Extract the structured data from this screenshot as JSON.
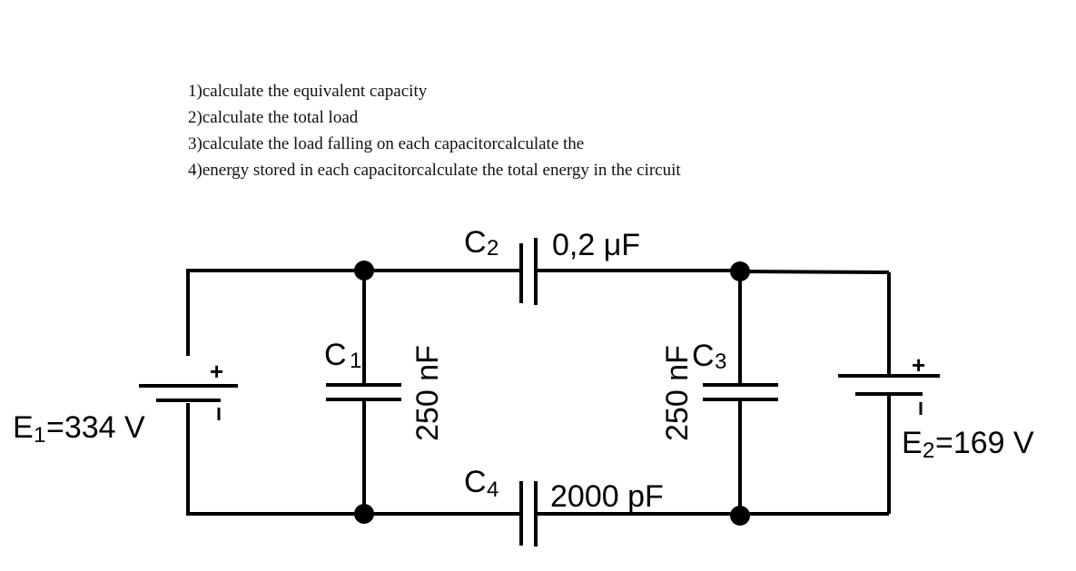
{
  "questions": [
    "1)calculate the equivalent capacity",
    "2)calculate the total load",
    "3)calculate the load falling on each capacitorcalculate the",
    "4)energy stored in each capacitorcalculate the total energy in the circuit"
  ],
  "capacitors": {
    "c1": {
      "name": "C",
      "sub": "1",
      "value": "250 nF"
    },
    "c2": {
      "name": "C",
      "sub": "2",
      "value": "0,2 μF"
    },
    "c3": {
      "name": "C",
      "sub": "3",
      "value": "250 nF"
    },
    "c4": {
      "name": "C",
      "sub": "4",
      "value": "2000 pF"
    }
  },
  "sources": {
    "e1": {
      "name": "E",
      "sub": "1",
      "value": "=334 V",
      "plus": "+"
    },
    "e2": {
      "name": "E",
      "sub": "2",
      "value": "=169 V",
      "plus": "+"
    }
  }
}
